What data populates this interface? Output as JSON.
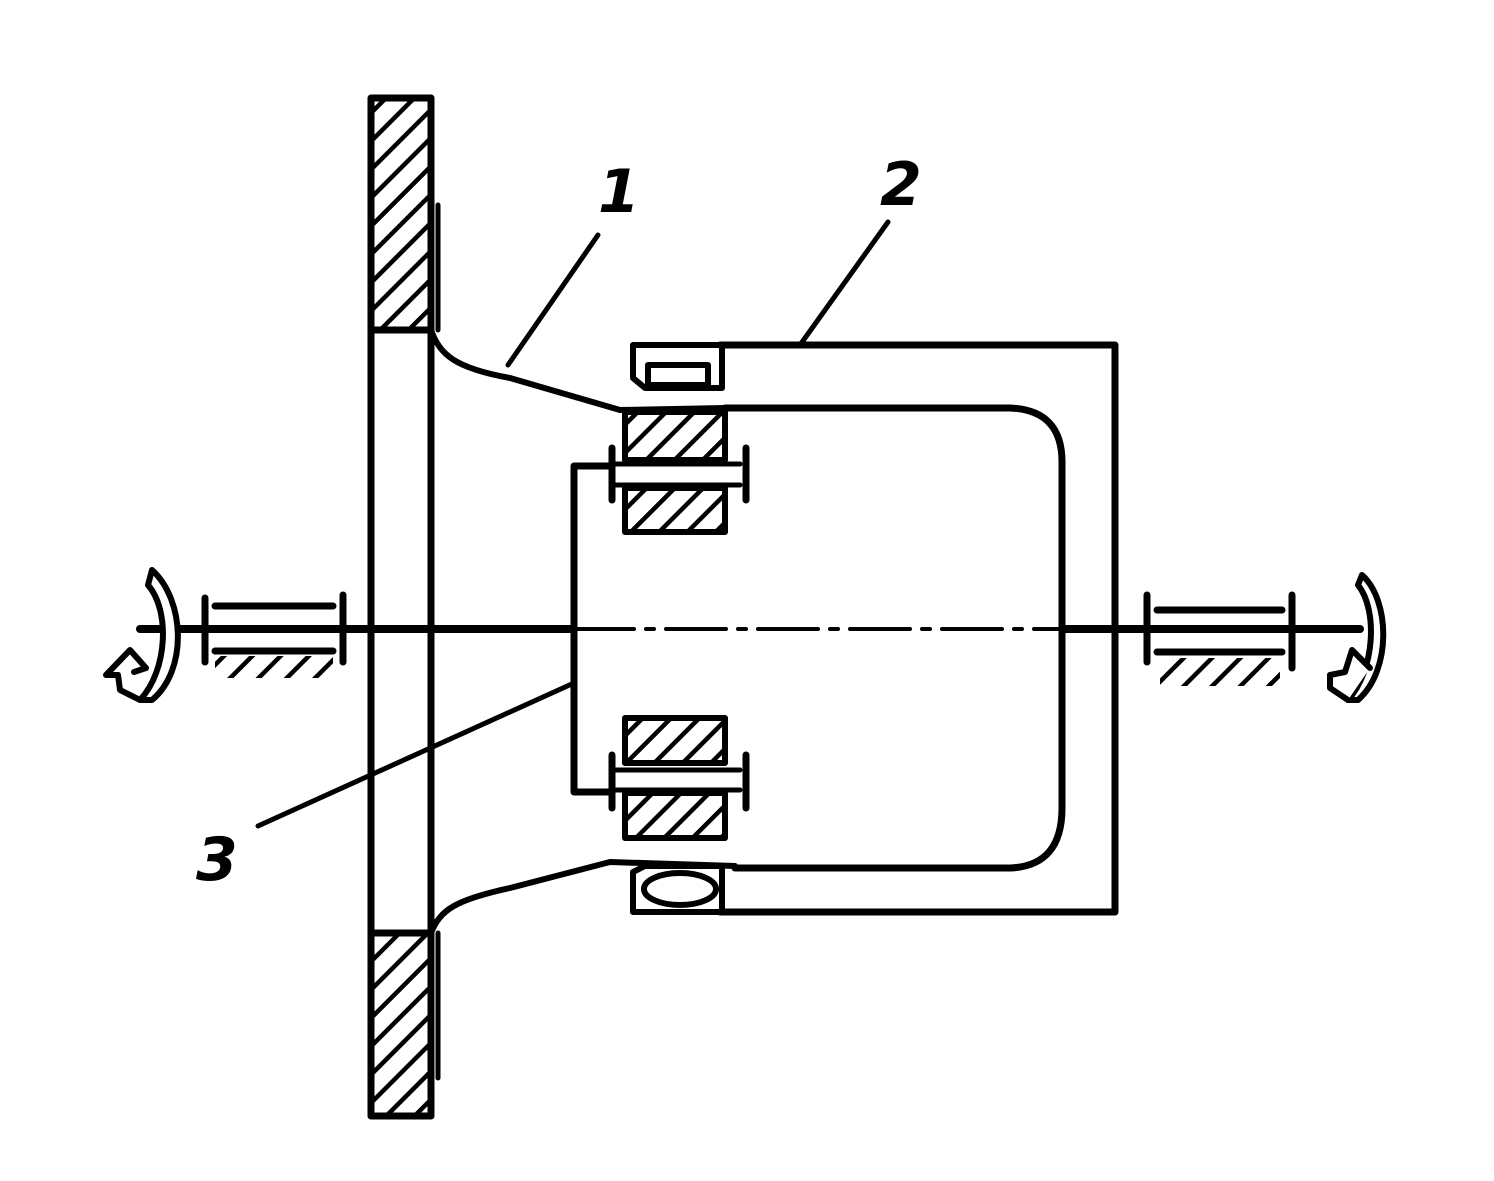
{
  "diagram": {
    "labels": {
      "part_1": "1",
      "part_2": "2",
      "part_3": "3"
    }
  },
  "colors": {
    "ink": "#000000",
    "paper": "#ffffff"
  }
}
